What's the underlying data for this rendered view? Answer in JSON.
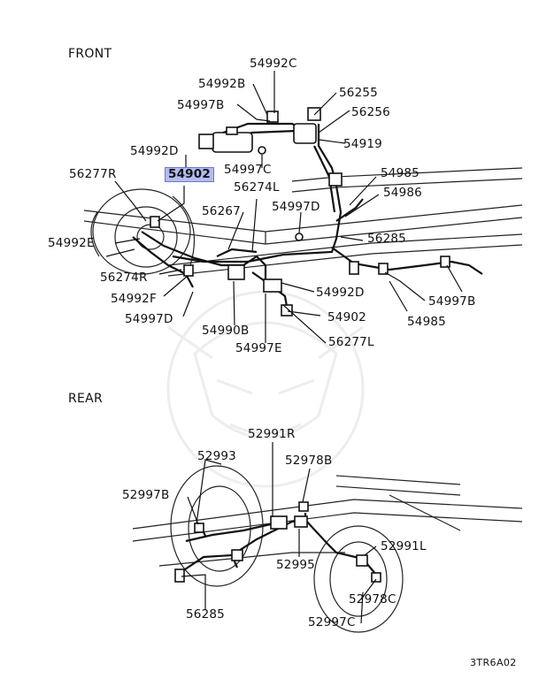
{
  "sections": {
    "front": "FRONT",
    "rear": "REAR"
  },
  "highlight_color": "#b3bbf0",
  "front_labels": {
    "p54992C": "54992C",
    "p54992B": "54992B",
    "p56255": "56255",
    "p54997B_top": "54997B",
    "p56256": "56256",
    "p54919": "54919",
    "p54992D_left": "54992D",
    "p54997C": "54997C",
    "p56277R": "56277R",
    "p54902_hl": "54902",
    "p54985_top": "54985",
    "p56274L": "56274L",
    "p54986": "54986",
    "p54997D_mid": "54997D",
    "p56267": "56267",
    "p56285_front": "56285",
    "p54992E": "54992E",
    "p56274R": "56274R",
    "p54992D_right": "54992D",
    "p54997B_right": "54997B",
    "p54992F": "54992F",
    "p54902_lower": "54902",
    "p54985_lower": "54985",
    "p54997D_low": "54997D",
    "p54990B": "54990B",
    "p56277L": "56277L",
    "p54997E": "54997E"
  },
  "rear_labels": {
    "p52991R": "52991R",
    "p52993": "52993",
    "p52978B": "52978B",
    "p52997B": "52997B",
    "p52991L": "52991L",
    "p52995": "52995",
    "p52978C": "52978C",
    "p56285_rear": "56285",
    "p52997C": "52997C"
  },
  "figure_code": "3TR6A02"
}
